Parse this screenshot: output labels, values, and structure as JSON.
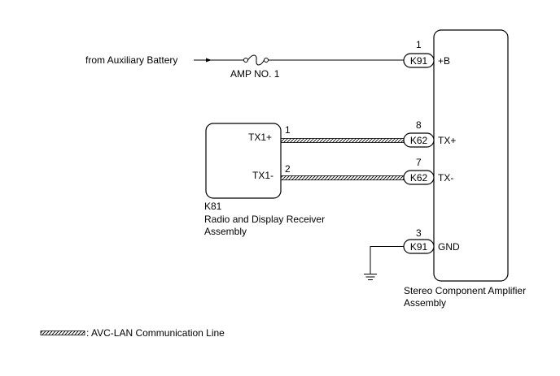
{
  "power_source": {
    "label": "from Auxiliary Battery"
  },
  "fuse": {
    "label": "AMP NO. 1"
  },
  "receiver": {
    "code": "K81",
    "name_line1": "Radio and Display Receiver",
    "name_line2": "Assembly",
    "terminals": [
      {
        "name": "TX1+",
        "pin": "1"
      },
      {
        "name": "TX1-",
        "pin": "2"
      }
    ]
  },
  "amplifier": {
    "name_line1": "Stereo Component Amplifier",
    "name_line2": "Assembly",
    "terminals": [
      {
        "connector": "K91",
        "pin": "1",
        "name": "+B"
      },
      {
        "connector": "K62",
        "pin": "8",
        "name": "TX+"
      },
      {
        "connector": "K62",
        "pin": "7",
        "name": "TX-"
      },
      {
        "connector": "K91",
        "pin": "3",
        "name": "GND"
      }
    ]
  },
  "legend": {
    "text": ": AVC-LAN Communication Line"
  },
  "colors": {
    "line": "#000000",
    "background": "#ffffff"
  }
}
